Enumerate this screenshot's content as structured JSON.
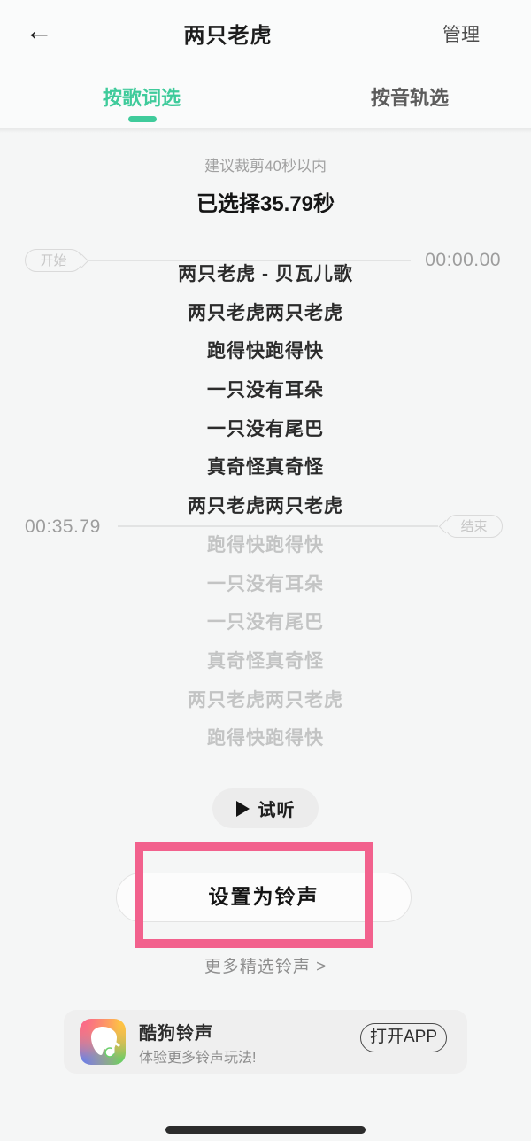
{
  "header": {
    "back_icon": "←",
    "title": "两只老虎",
    "manage_label": "管理"
  },
  "tabs": {
    "by_lyrics": "按歌词选",
    "by_track": "按音轨选"
  },
  "trim": {
    "hint": "建议裁剪40秒以内",
    "selected_duration": "已选择35.79秒"
  },
  "markers": {
    "start_label": "开始",
    "start_time": "00:00.00",
    "end_label": "结束",
    "end_time": "00:35.79"
  },
  "lyrics": {
    "selected": [
      "两只老虎 - 贝瓦儿歌",
      "两只老虎两只老虎",
      "跑得快跑得快",
      "一只没有耳朵",
      "一只没有尾巴",
      "真奇怪真奇怪",
      "两只老虎两只老虎"
    ],
    "unselected": [
      "跑得快跑得快",
      "一只没有耳朵",
      "一只没有尾巴",
      "真奇怪真奇怪",
      "两只老虎两只老虎",
      "跑得快跑得快"
    ]
  },
  "actions": {
    "preview_label": "试听",
    "set_ringtone_label": "设置为铃声",
    "more_ringtones_label": "更多精选铃声 >"
  },
  "banner": {
    "app_name": "酷狗铃声",
    "subtitle": "体验更多铃声玩法!",
    "open_label": "打开APP"
  },
  "colors": {
    "accent_green": "#3fcb9b",
    "annotation_pink": "#f2618d",
    "selected_lyric": "#2b2b2b",
    "unselected_lyric": "#c3c4c4"
  }
}
